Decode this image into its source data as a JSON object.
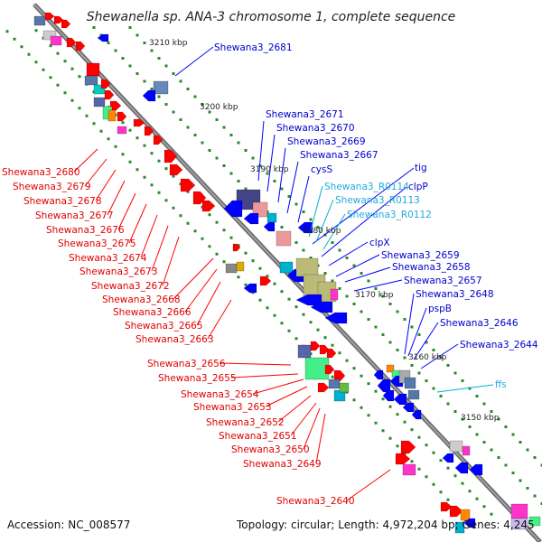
{
  "title": "Shewanella sp. ANA-3 chromosome 1, complete sequence",
  "accession": "Accession: NC_008577",
  "summary": "Topology: circular; Length: 4,972,204 bp; Genes: 4,245",
  "colors": {
    "forward_gene": "#ff0000",
    "reverse_gene": "#0000ff",
    "rna_gene": "#00b0d0",
    "backbone": "#7a7a7a",
    "tick": "#2a8a2a",
    "cog_palette": [
      "#ff00ff",
      "#8888cc",
      "#44bbdd",
      "#00d0c0",
      "#66bb44",
      "#bbbb77",
      "#5566aa",
      "#99aacc",
      "#44ee88"
    ]
  },
  "scale_labels": [
    "3210 kbp",
    "3200 kbp",
    "3190 kbp",
    "3180 kbp",
    "3170 kbp",
    "3160 kbp",
    "3150 kbp"
  ],
  "labels_forward": [
    "Shewana3_2680",
    "Shewana3_2679",
    "Shewana3_2678",
    "Shewana3_2677",
    "Shewana3_2676",
    "Shewana3_2675",
    "Shewana3_2674",
    "Shewana3_2673",
    "Shewana3_2672",
    "Shewana3_2668",
    "Shewana3_2666",
    "Shewana3_2665",
    "Shewana3_2663",
    "Shewana3_2656",
    "Shewana3_2655",
    "Shewana3_2654",
    "Shewana3_2653",
    "Shewana3_2652",
    "Shewana3_2651",
    "Shewana3_2650",
    "Shewana3_2649",
    "Shewana3_2640"
  ],
  "labels_reverse": [
    "Shewana3_2681",
    "Shewana3_2671",
    "Shewana3_2670",
    "Shewana3_2669",
    "Shewana3_2667",
    "cysS",
    "tig",
    "clpP",
    "clpX",
    "Shewana3_2659",
    "Shewana3_2658",
    "Shewana3_2657",
    "Shewana3_2648",
    "pspB",
    "Shewana3_2646",
    "Shewana3_2644"
  ],
  "labels_rna": [
    "Shewana3_R0114",
    "Shewana3_R0113",
    "Shewana3_R0112",
    "ffs"
  ]
}
